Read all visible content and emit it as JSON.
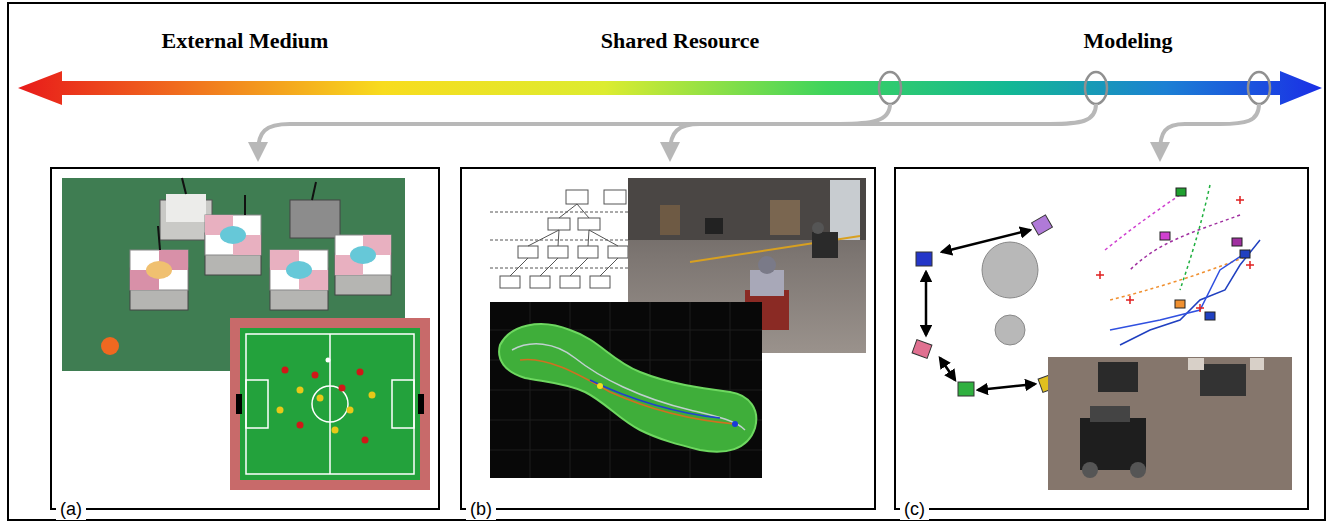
{
  "diagram": {
    "nodes": [
      {
        "text": [
          "(a)"
        ]
      },
      {
        "text": [
          "(b)"
        ]
      },
      {
        "text": [
          "(c)"
        ]
      }
    ],
    "labels": [
      "External Medium",
      "Shared Resource",
      "Modeling"
    ]
  }
}
